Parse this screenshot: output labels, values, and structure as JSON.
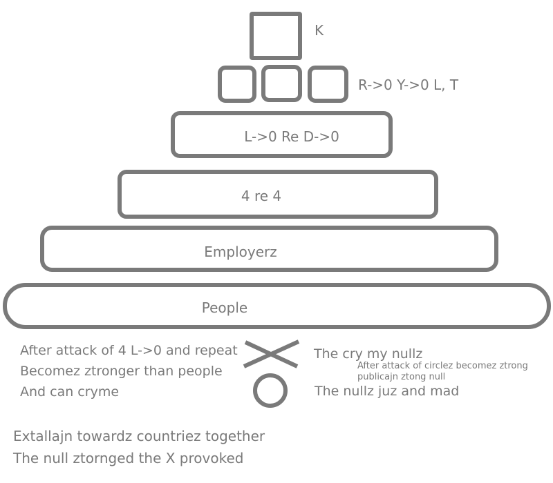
{
  "pyramid": {
    "top_label": "K",
    "tier2_label": "R->0 Y->0 L, T",
    "tier3_label": "L->0 Re D->0",
    "tier4_label": "4 re 4",
    "tier5_label": "Employerz",
    "tier6_label": "People"
  },
  "left_notes": [
    "After attack of 4 L->0 and repeat",
    "Becomez ztronger than people",
    "And can cryme"
  ],
  "right_notes": {
    "line1": "The cry my nullz",
    "small_line1": "After attack of circlez becomez ztrong",
    "small_line2": "publicajn ztong null",
    "line2": "The nullz juz and mad"
  },
  "bottom_notes": [
    "Extallajn towardz countriez together",
    "The null ztornged the X provoked"
  ],
  "colors": {
    "stroke": "#7a7a7a",
    "text": "#7a7a7a",
    "background": "#ffffff"
  }
}
